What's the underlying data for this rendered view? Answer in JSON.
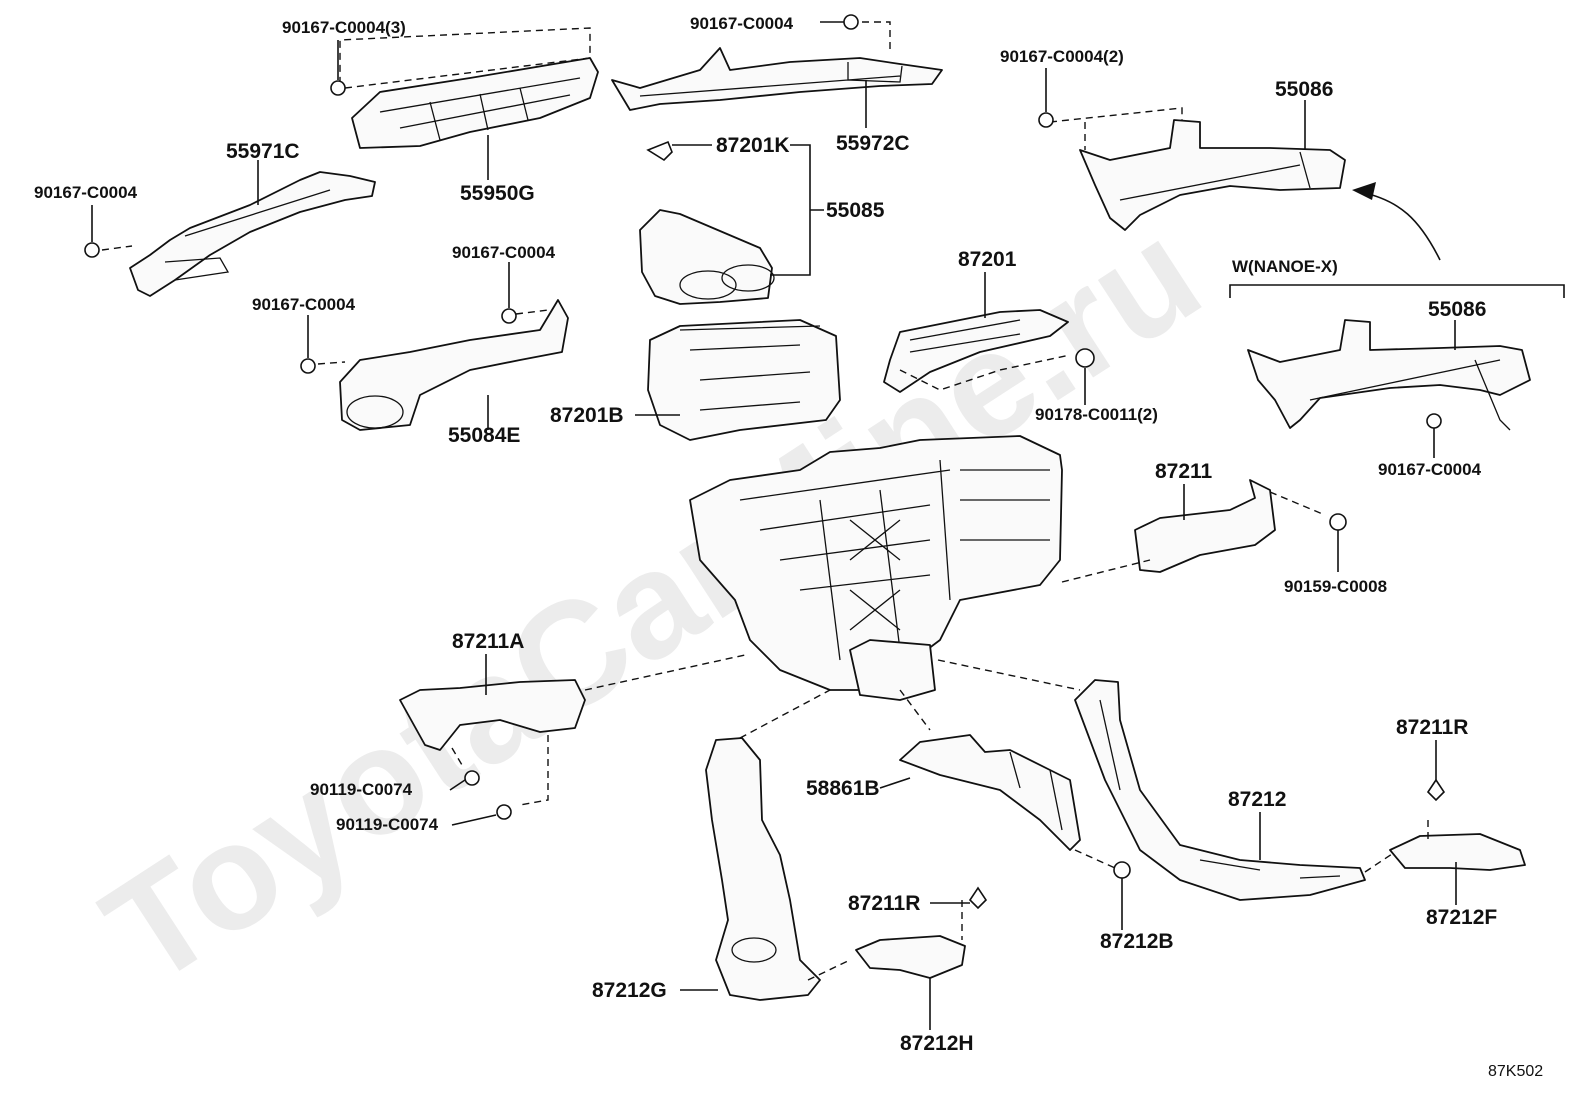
{
  "watermark": "ToyotaCarMine.ru",
  "diagram_ref": "87K502",
  "group_label": "W(NANOE-X)",
  "callouts": {
    "p90167_c0004_3": "90167-C0004(3)",
    "p90167_c0004_top": "90167-C0004",
    "p90167_c0004_2": "90167-C0004(2)",
    "p55086_a": "55086",
    "p55971c": "55971C",
    "p55950g": "55950G",
    "p87201k": "87201K",
    "p55972c": "55972C",
    "p55085": "55085",
    "p90167_c0004_left": "90167-C0004",
    "p90167_c0004_mid": "90167-C0004",
    "p90167_c0004_lower": "90167-C0004",
    "p87201": "87201",
    "p55086_b": "55086",
    "p55084e": "55084E",
    "p87201b": "87201B",
    "p90178_c0011_2": "90178-C0011(2)",
    "p90167_c0004_right": "90167-C0004",
    "p87211": "87211",
    "p90159_c0008": "90159-C0008",
    "p87211a": "87211A",
    "p87211r_right": "87211R",
    "p90119_c0074_a": "90119-C0074",
    "p90119_c0074_b": "90119-C0074",
    "p58861b": "58861B",
    "p87212": "87212",
    "p87211r_mid": "87211R",
    "p87212b": "87212B",
    "p87212f": "87212F",
    "p87212g": "87212G",
    "p87212h": "87212H"
  }
}
